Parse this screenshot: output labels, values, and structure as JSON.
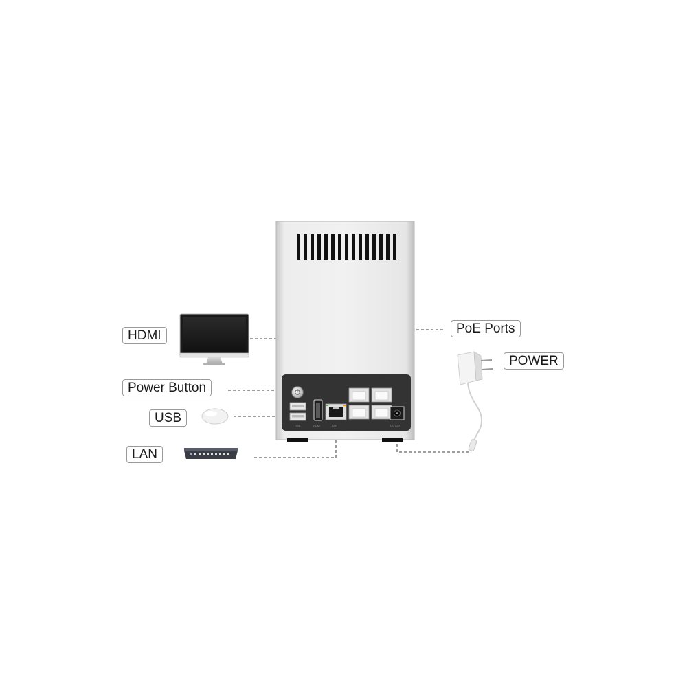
{
  "labels": {
    "hdmi": "HDMI",
    "power_button": "Power Button",
    "usb": "USB",
    "lan": "LAN",
    "poe_ports": "PoE Ports",
    "power": "POWER"
  },
  "device_port_text": {
    "hdmi": "HDMI",
    "lan": "LAN",
    "usb": "USB",
    "dc": "DC 52V"
  },
  "icons": {
    "monitor": "monitor-icon",
    "mouse": "mouse-icon",
    "switch": "network-switch-icon",
    "adapter": "power-adapter-icon"
  },
  "colors": {
    "device_body": "#e8e8e8",
    "port_panel": "#333333",
    "connector_line": "#666666",
    "label_border": "#9a9a9a"
  }
}
